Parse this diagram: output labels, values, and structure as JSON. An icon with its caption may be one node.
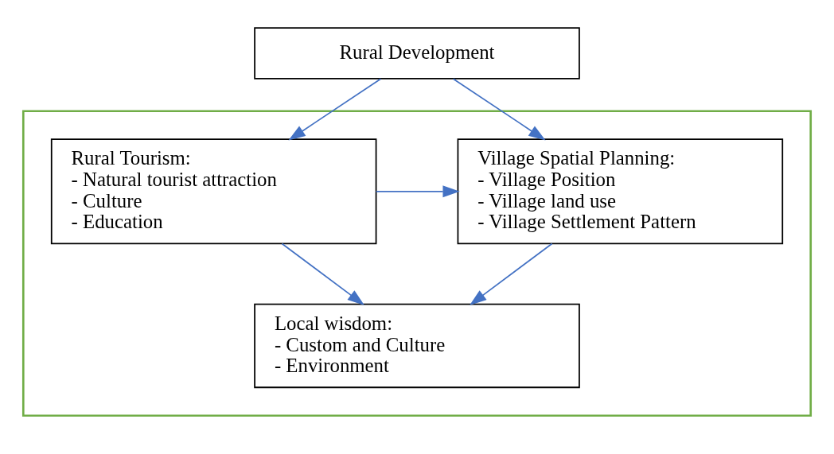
{
  "diagram": {
    "nodes": [
      {
        "text": [
          "Rural Development"
        ]
      },
      {
        "text": [],
        "shape": "box"
      },
      {
        "text": [
          "Rural Tourism:",
          "- Natural tourist attraction",
          "- Culture",
          "- Education"
        ],
        "in": 1
      },
      {
        "text": [
          "Village Spatial Planning:",
          "- Village Position",
          "- Village land use",
          "- Village Settlement Pattern"
        ],
        "in": 1
      },
      {
        "text": [
          "Local wisdom:",
          "- Custom and Culture",
          "- Environment"
        ],
        "in": 1
      }
    ],
    "edges": [
      {
        "from": 0,
        "to": 2,
        "arrow": "to"
      },
      {
        "from": 0,
        "to": 3,
        "arrow": "to"
      },
      {
        "from": 2,
        "to": 3,
        "arrow": "to"
      },
      {
        "from": 2,
        "to": 4,
        "arrow": "to"
      },
      {
        "from": 3,
        "to": 4,
        "arrow": "to"
      }
    ]
  }
}
